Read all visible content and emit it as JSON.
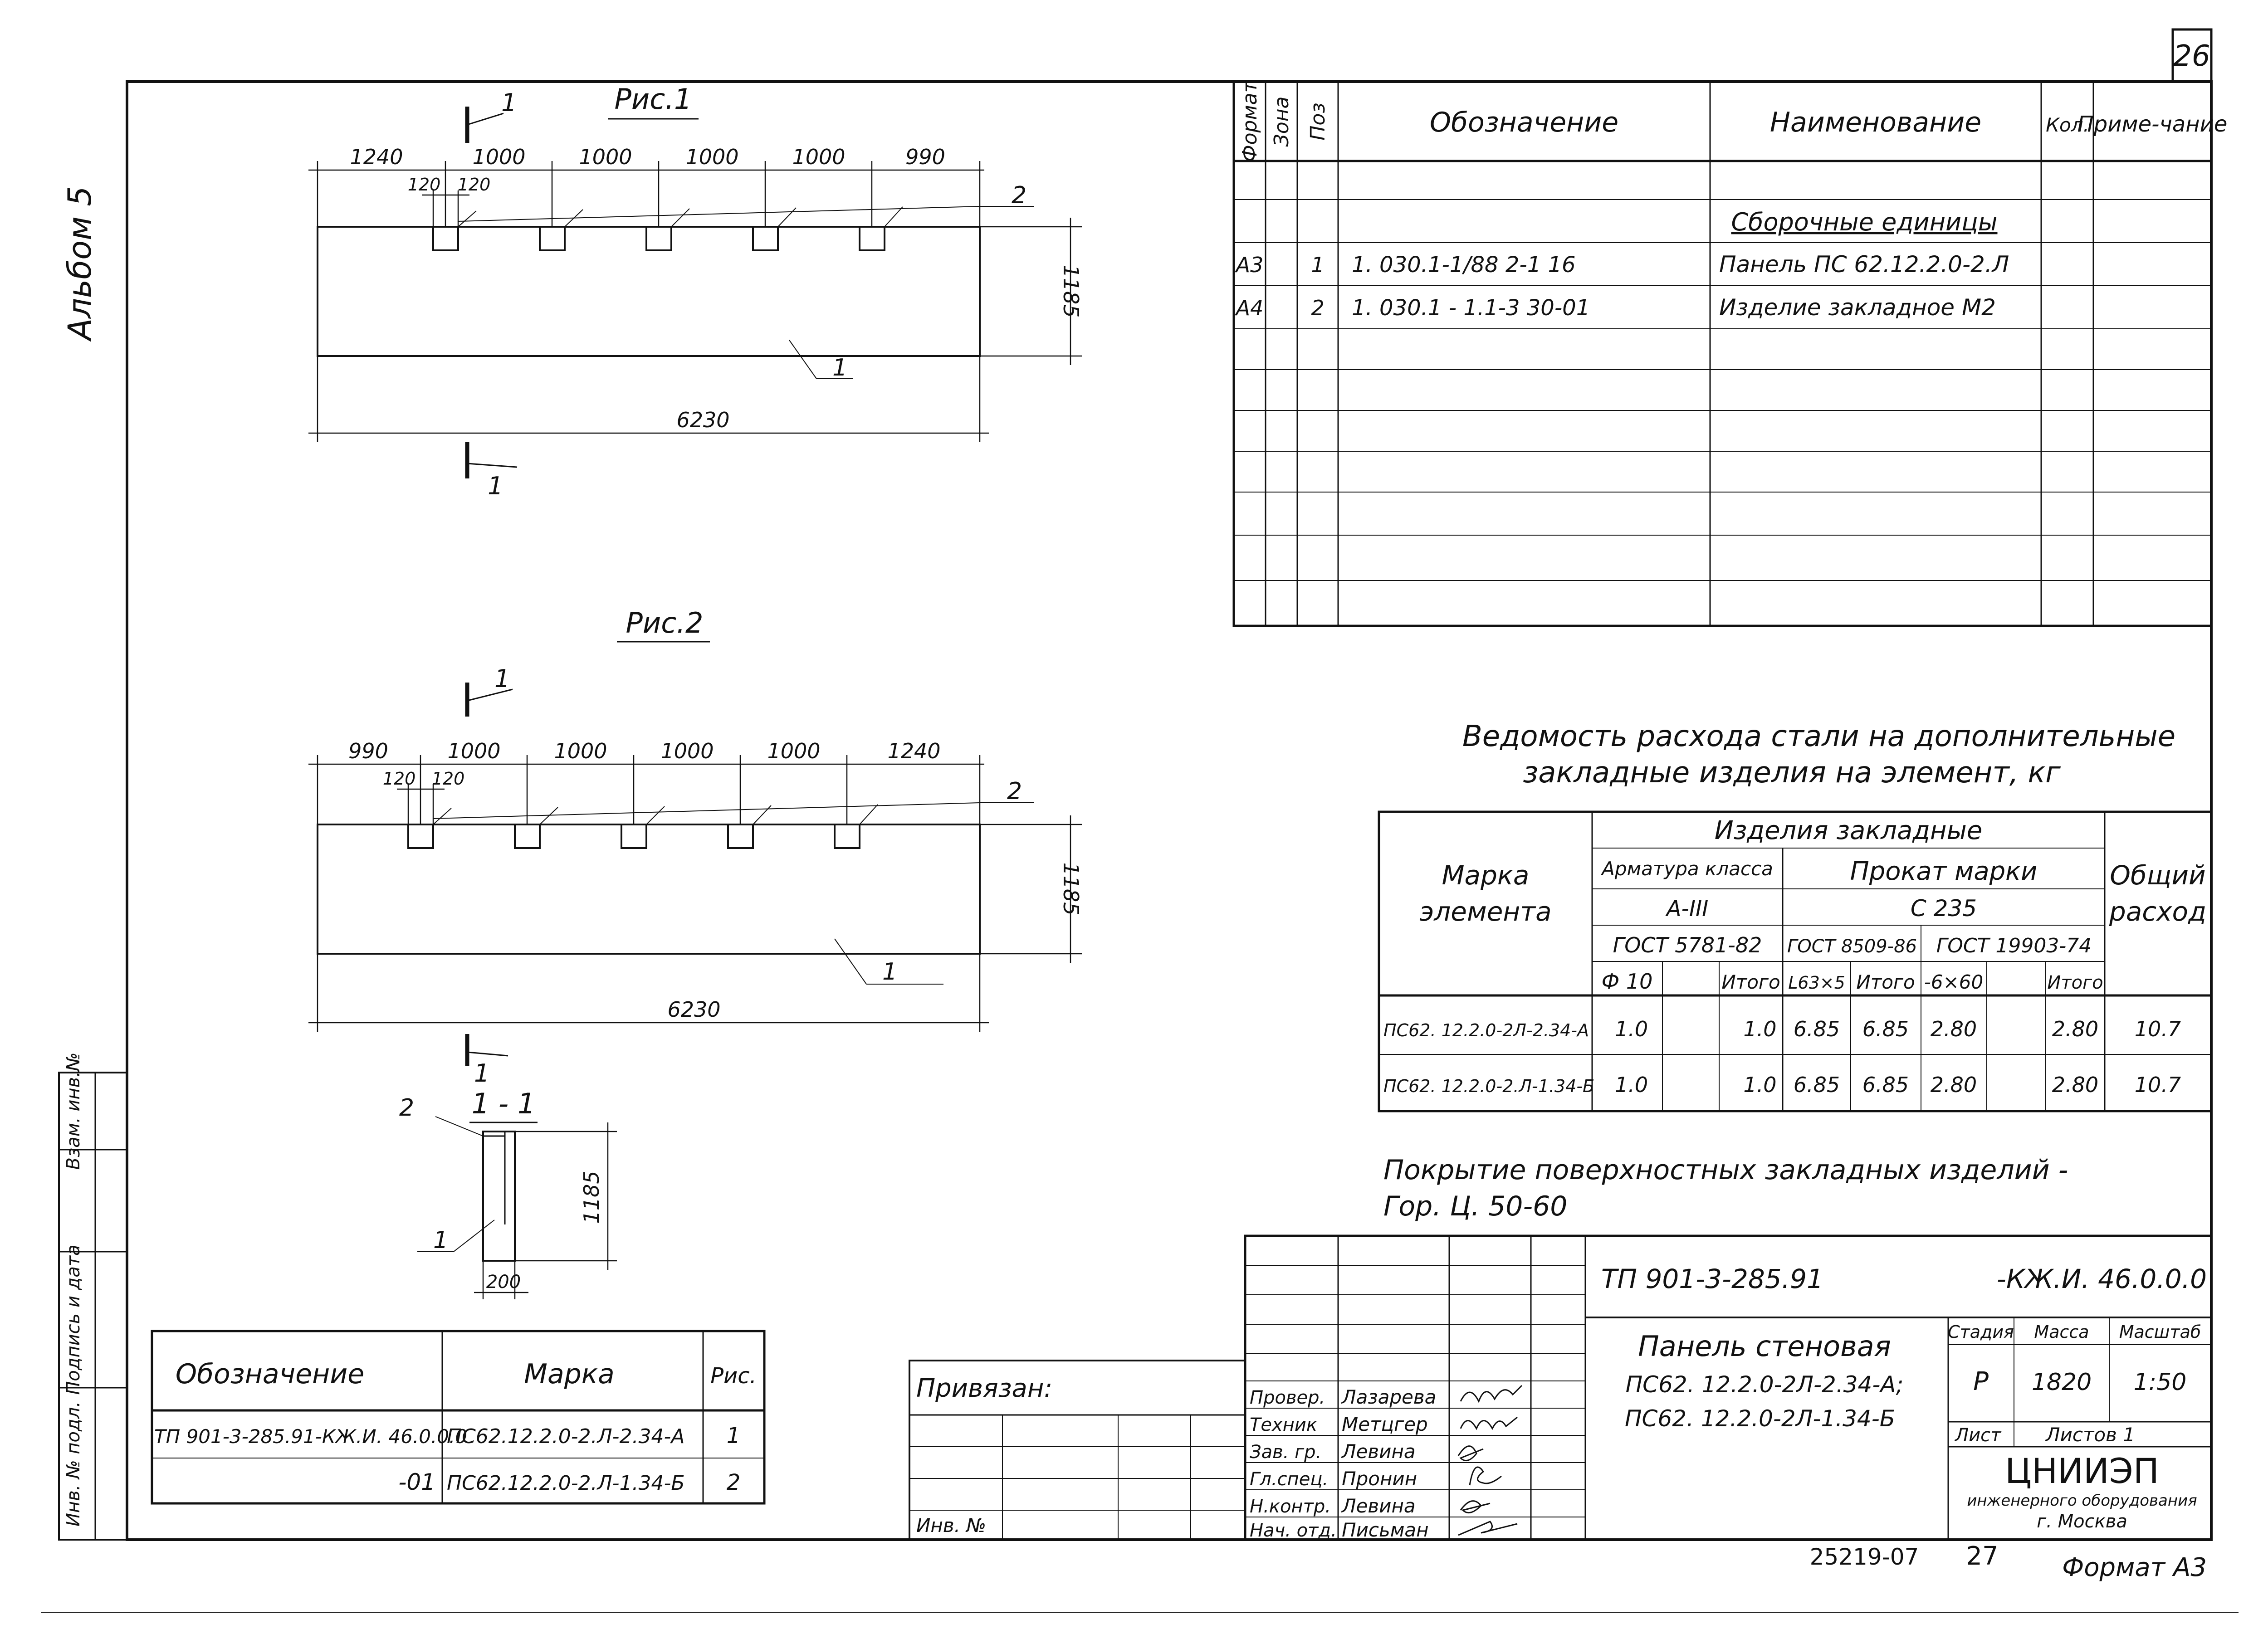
{
  "sheet_number": "26",
  "album_label": "Альбом 5",
  "fig1": {
    "title": "Рис.1",
    "section_mark": "1",
    "dims_top": [
      "1240",
      "1000",
      "1000",
      "1000",
      "1000",
      "990"
    ],
    "dims_small": [
      "120",
      "120"
    ],
    "height_dim": "1185",
    "length_dim": "6230",
    "leader_1": "1",
    "leader_2": "2"
  },
  "fig2": {
    "title": "Рис.2",
    "section_mark": "1",
    "dims_top": [
      "990",
      "1000",
      "1000",
      "1000",
      "1000",
      "1240"
    ],
    "dims_small": [
      "120",
      "120"
    ],
    "height_dim": "1185",
    "length_dim": "6230",
    "leader_1": "1",
    "leader_2": "2"
  },
  "section": {
    "title": "1 - 1",
    "height_dim": "1185",
    "width_dim": "200",
    "leader_1": "1",
    "leader_2": "2"
  },
  "spec_table": {
    "headers": [
      "Формат",
      "Зона",
      "Поз",
      "Обозначение",
      "Наименование",
      "Кол.",
      "Приме-чание"
    ],
    "section_title": "Сборочные единицы",
    "rows": [
      {
        "format": "А3",
        "zone": "",
        "pos": "1",
        "designation": "1. 030.1-1/88  2-1  16",
        "name": "Панель ПС 62.12.2.0-2.Л",
        "qty": "",
        "note": ""
      },
      {
        "format": "А4",
        "zone": "",
        "pos": "2",
        "designation": "1. 030.1 - 1.1-3     30-01",
        "name": "Изделие закладное М2",
        "qty": "",
        "note": ""
      }
    ]
  },
  "steel_title_line1": "Ведомость расхода стали на дополнительные",
  "steel_title_line2": "закладные изделия на элемент, кг",
  "steel_table": {
    "mark_header": "Марка элемента",
    "group_header": "Изделия закладные",
    "arm_header": "Арматура класса",
    "arm_class": "А-III",
    "arm_gost": "ГОСТ 5781-82",
    "prokat_header": "Прокат марки",
    "prokat_grade": "С 235",
    "gost_a": "ГОСТ 8509-86",
    "gost_b": "ГОСТ 19903-74",
    "total_header": "Общий расход",
    "sub_headers": [
      "Ф 10",
      "",
      "Итого",
      "L63×5",
      "Итого",
      "-6×60",
      "",
      "Итого"
    ],
    "rows": [
      {
        "mark": "ПС62. 12.2.0-2Л-2.34-А",
        "cells": [
          "1.0",
          "",
          "1.0",
          "6.85",
          "6.85",
          "2.80",
          "",
          "2.80"
        ],
        "total": "10.7"
      },
      {
        "mark": "ПС62. 12.2.0-2.Л-1.34-Б",
        "cells": [
          "1.0",
          "",
          "1.0",
          "6.85",
          "6.85",
          "2.80",
          "",
          "2.80"
        ],
        "total": "10.7"
      }
    ]
  },
  "coating_line1": "Покрытие поверхностных закладных изделий -",
  "coating_line2": "Гор. Ц. 50-60",
  "marks_table": {
    "headers": [
      "Обозначение",
      "Марка",
      "Рис."
    ],
    "rows": [
      {
        "designation": "ТП 901-3-285.91-КЖ.И. 46.0.0.0",
        "mark": "ПС62.12.2.0-2.Л-2.34-А",
        "fig": "1"
      },
      {
        "designation": "-01",
        "mark": "ПС62.12.2.0-2.Л-1.34-Б",
        "fig": "2"
      }
    ]
  },
  "side_stamp": [
    "Инв. № подл.",
    "Подпись и дата",
    "Взам. инв.№"
  ],
  "binding": {
    "label": "Привязан:",
    "inv_label": "Инв. №"
  },
  "signatures": [
    {
      "role": "Провер.",
      "name": "Лазарева"
    },
    {
      "role": "Техник",
      "name": "Метцгер"
    },
    {
      "role": "Зав. гр.",
      "name": "Левина"
    },
    {
      "role": "Гл.спец.",
      "name": "Пронин"
    },
    {
      "role": "Н.контр.",
      "name": "Левина"
    },
    {
      "role": "Нач. отд.",
      "name": "Письман"
    }
  ],
  "title_block": {
    "project_code": "ТП 901-3-285.91",
    "doc_code": "-КЖ.И. 46.0.0.0",
    "name_line1": "Панель стеновая",
    "name_line2": "ПС62. 12.2.0-2Л-2.34-А;",
    "name_line3": "ПС62. 12.2.0-2Л-1.34-Б",
    "stage_label": "Стадия",
    "mass_label": "Масса",
    "scale_label": "Масштаб",
    "stage_value": "Р",
    "mass_value": "1820",
    "scale_value": "1:50",
    "sheet_label": "Лист",
    "sheets_label": "Листов 1",
    "org_name": "ЦНИИЭП",
    "org_line2": "инженерного оборудования",
    "org_line3": "г. Москва"
  },
  "footer": {
    "number": "25219-07",
    "page": "27",
    "format": "Формат А3"
  }
}
